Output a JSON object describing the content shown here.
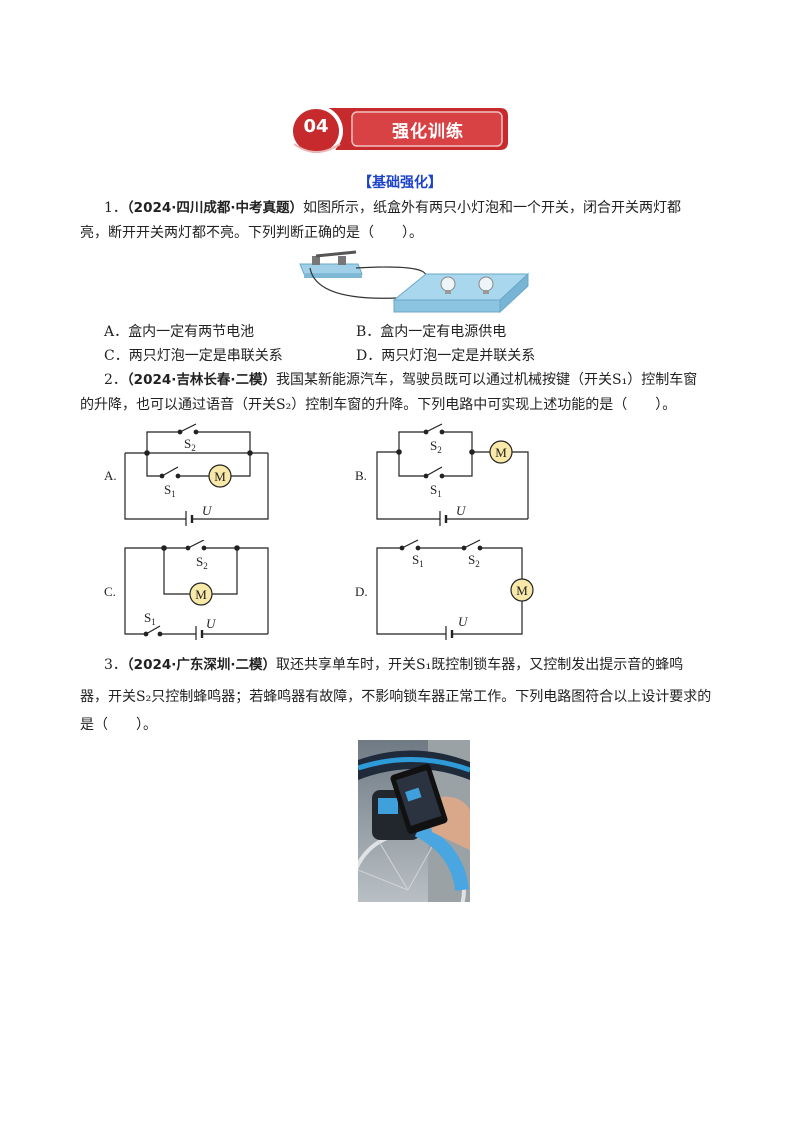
{
  "header": {
    "number": "04",
    "title": "强化训练"
  },
  "section": {
    "heading": "【基础强化】"
  },
  "q1": {
    "num": "1．",
    "source": "（2024·四川成都·中考真题）",
    "line1": "如图所示，纸盒外有两只小灯泡和一个开关，闭合开关两灯都",
    "line2": "亮，断开开关两灯都不亮。下列判断正确的是（　　）。",
    "options": {
      "A": "A．盒内一定有两节电池",
      "B": "B．盒内一定有电源供电",
      "C": "C．两只灯泡一定是串联关系",
      "D": "D．两只灯泡一定是并联关系"
    }
  },
  "q2": {
    "num": "2．",
    "source": "（2024·吉林长春·二模）",
    "line1": "我国某新能源汽车，驾驶员既可以通过机械按键（开关S₁）控制车窗",
    "line2": "的升降，也可以通过语音（开关S₂）控制车窗的升降。下列电路中可实现上述功能的是（　　）。",
    "options": {
      "A": "A.",
      "B": "B.",
      "C": "C.",
      "D": "D."
    },
    "labels": {
      "s1": "S",
      "s2": "S",
      "sub1": "1",
      "sub2": "2",
      "motor": "M",
      "voltage": "U"
    }
  },
  "q3": {
    "num": "3．",
    "source": "（2024·广东深圳·二模）",
    "line1": "取还共享单车时，开关S₁既控制锁车器，又控制发出提示音的蜂鸣",
    "line2": "器，开关S₂只控制蜂鸣器；若蜂鸣器有故障，不影响锁车器正常工作。下列电路图符合以上设计要求的",
    "line3": "是（　　）。"
  },
  "colors": {
    "banner": "#c62a2c",
    "heading": "#1d43c8",
    "motor_fill": "#f9e9a8"
  }
}
